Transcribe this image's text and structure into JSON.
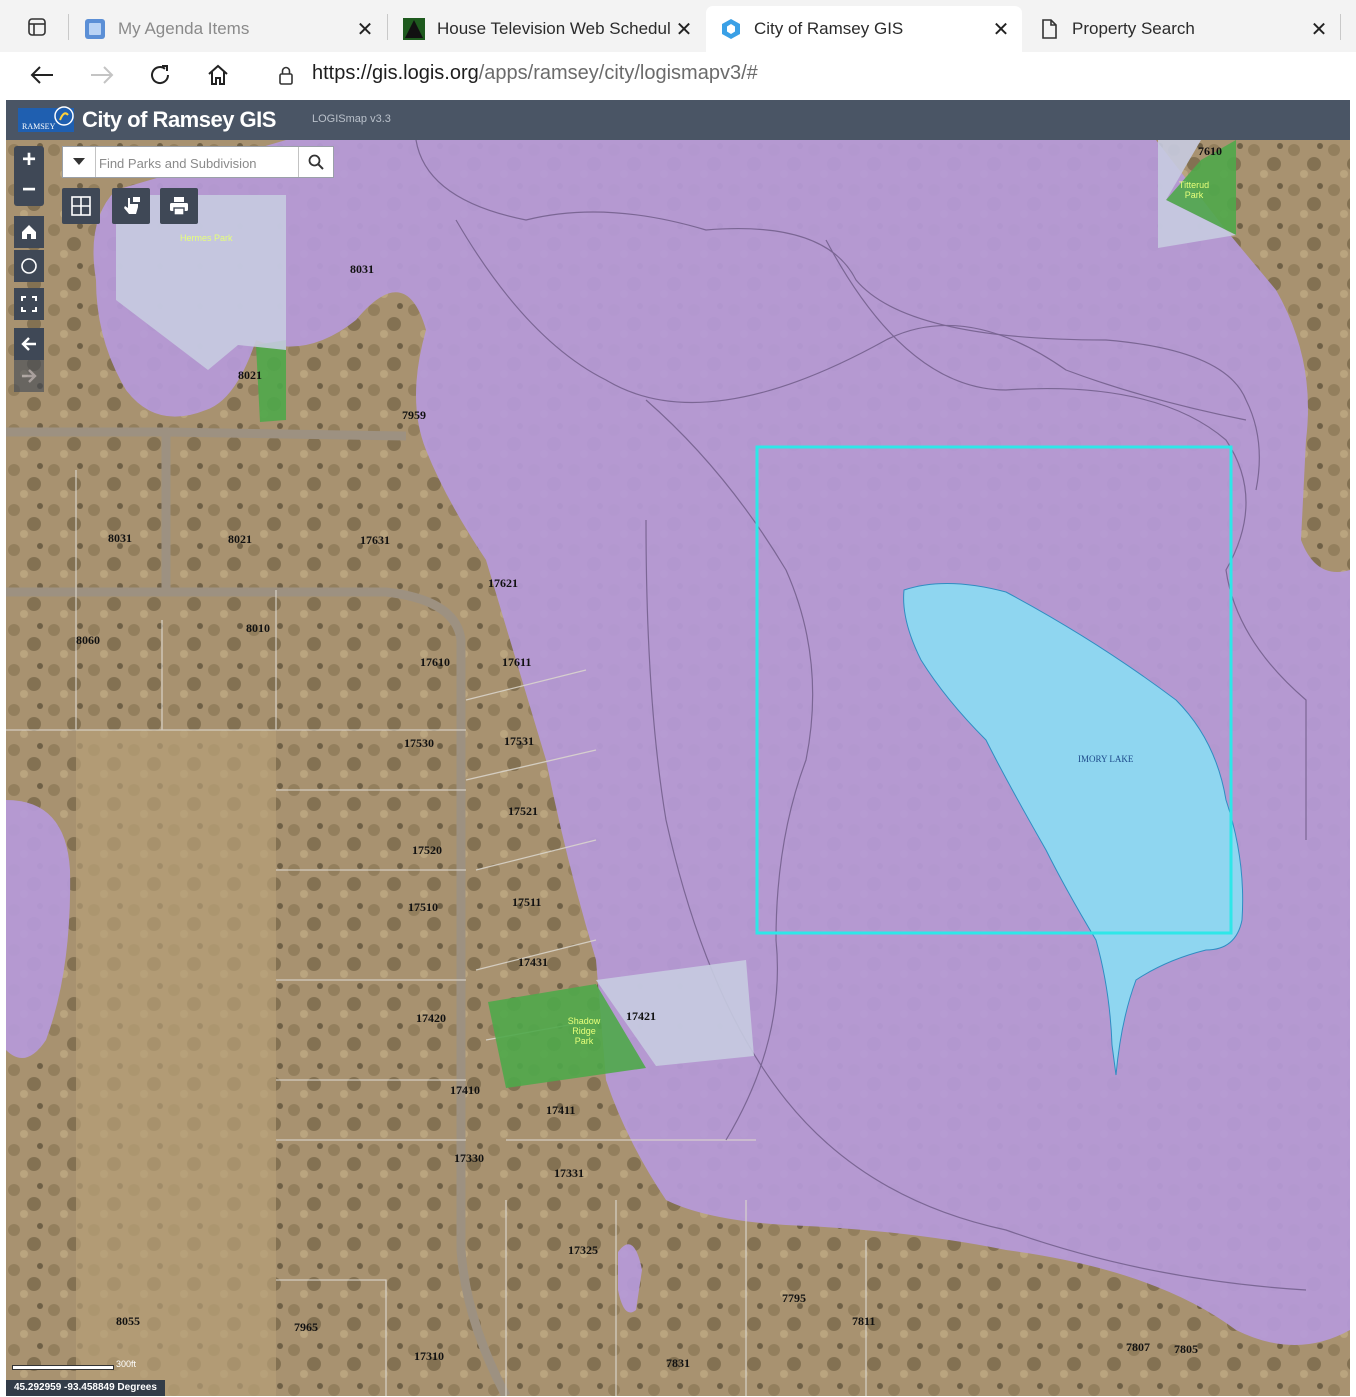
{
  "browser": {
    "tabs": [
      {
        "title": "My Agenda Items",
        "favicon": "agenda-icon",
        "active": false
      },
      {
        "title": "House Television Web Schedule",
        "favicon": "house-tv-icon",
        "active": false
      },
      {
        "title": "City of Ramsey GIS",
        "favicon": "logis-icon",
        "active": true
      },
      {
        "title": "Property Search",
        "favicon": "page-icon",
        "active": false
      }
    ],
    "close_glyph": "✕",
    "url_host": "https://gis.logis.org",
    "url_path": "/apps/ramsey/city/logismapv3/#"
  },
  "app": {
    "title": "City of Ramsey GIS",
    "version": "LOGISmap v3.3",
    "logo_text": "RAMSEY",
    "header_color": "#4a5565"
  },
  "map": {
    "search_placeholder": "Find Parks and Subdivision",
    "zoom_in": "+",
    "zoom_out": "−",
    "scale_label": "300ft",
    "coordinates": "45.292959 -93.458849 Degrees",
    "lake_label": "IMORY LAKE",
    "parcel_labels": [
      "7610",
      "8031",
      "8021",
      "7959",
      "8031",
      "8021",
      "17631",
      "17621",
      "8060",
      "8010",
      "17610",
      "17611",
      "17530",
      "17531",
      "17521",
      "17520",
      "17510",
      "17511",
      "17431",
      "17421",
      "17420",
      "17410",
      "17411",
      "17330",
      "17331",
      "17325",
      "7965",
      "8055",
      "17310",
      "7831",
      "7795",
      "7811",
      "7807",
      "7805"
    ],
    "park_labels": [
      "Hermes Park",
      "Shadow Ridge Park",
      "Titterud Park"
    ],
    "colors": {
      "wetland": "#b69ad8",
      "park": "#4fa84a",
      "lake": "#8fd6f0",
      "selection": "#2ee7e8"
    }
  }
}
